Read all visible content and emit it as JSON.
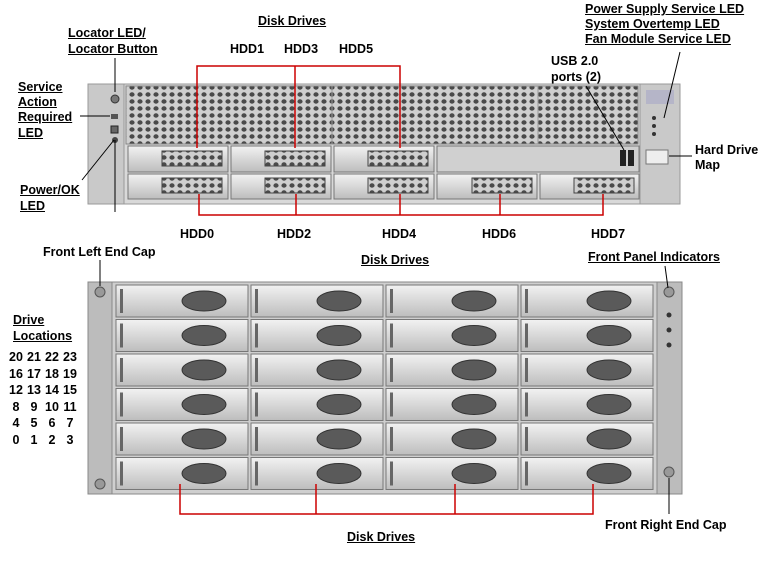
{
  "top_labels": {
    "locator_led": "Locator LED/",
    "locator_button": "Locator Button",
    "disk_drives_top": "Disk Drives",
    "hdd1": "HDD1",
    "hdd3": "HDD3",
    "hdd5": "HDD5",
    "psu_service_led": "Power Supply Service LED",
    "overtemp_led": "System Overtemp LED",
    "fan_service_led": "Fan Module Service LED",
    "usb_line1": "USB 2.0",
    "usb_line2": "ports (2)",
    "service_line1": "Service",
    "service_line2": "Action",
    "service_line3": "Required",
    "service_line4": "LED",
    "hard_drive_map_line1": "Hard Drive",
    "hard_drive_map_line2": "Map",
    "power_ok_line1": "Power/OK",
    "power_ok_line2": "LED",
    "hdd0": "HDD0",
    "hdd2": "HDD2",
    "hdd4": "HDD4",
    "hdd6": "HDD6",
    "hdd7": "HDD7"
  },
  "bottom_labels": {
    "front_left_end_cap": "Front Left End Cap",
    "disk_drives_mid": "Disk Drives",
    "front_panel_indicators": "Front Panel Indicators",
    "drive_locations_line1": "Drive",
    "drive_locations_line2": "Locations",
    "front_right_end_cap": "Front Right End Cap",
    "disk_drives_bottom": "Disk Drives"
  },
  "drive_locations": [
    [
      "20",
      "21",
      "22",
      "23"
    ],
    [
      "16",
      "17",
      "18",
      "19"
    ],
    [
      "12",
      "13",
      "14",
      "15"
    ],
    [
      "8",
      "9",
      "10",
      "11"
    ],
    [
      "4",
      "5",
      "6",
      "7"
    ],
    [
      "0",
      "1",
      "2",
      "3"
    ]
  ],
  "colors": {
    "callout": "#cc0000",
    "chassis": "#d2d2d2",
    "tray": "#e6e6e6",
    "mesh": "#5a5a5a"
  }
}
